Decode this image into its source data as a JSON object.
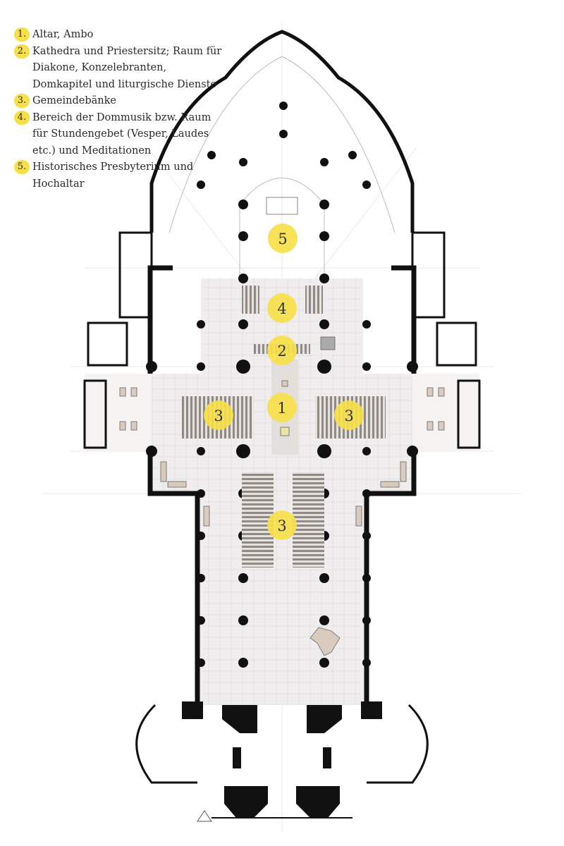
{
  "legend": [
    {
      "num": "1.",
      "text": "Altar, Ambo"
    },
    {
      "num": "2.",
      "text": "Kathedra und Priestersitz; Raum für Diakone, Konzelebranten, Domkapitel und liturgische Dienste"
    },
    {
      "num": "3.",
      "text": "Gemeindebänke"
    },
    {
      "num": "4.",
      "text": "Bereich der Dommusik bzw. Raum für Stundengebet (Vesper, Laudes etc.) und Meditationen"
    },
    {
      "num": "5.",
      "text": "Historisches Presbyterium und Hochaltar"
    }
  ],
  "markers": {
    "m1": "1",
    "m2": "2",
    "m3a": "3",
    "m3b": "3",
    "m3c": "3",
    "m4": "4",
    "m5": "5"
  },
  "colors": {
    "marker": "#f6e04a",
    "wall": "#111111",
    "floor": "#efeded",
    "pew": "#8f8a86",
    "line": "#c9c9c9"
  }
}
